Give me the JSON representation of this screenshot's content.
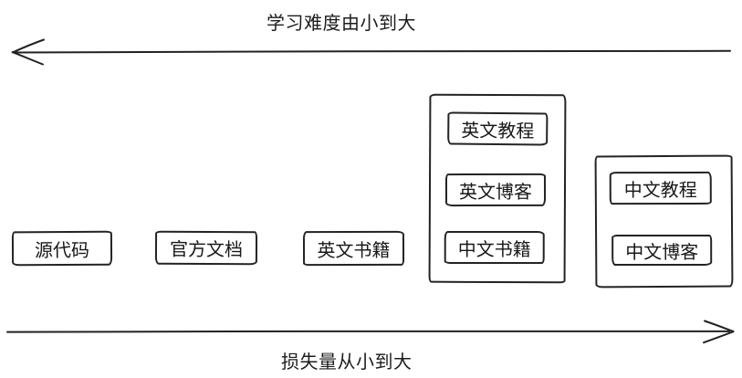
{
  "diagram": {
    "top_axis": {
      "label": "学习难度由小到大",
      "direction": "left"
    },
    "bottom_axis": {
      "label": "损失量从小到大",
      "direction": "right"
    },
    "nodes": {
      "source_code": "源代码",
      "official_docs": "官方文档",
      "english_books": "英文书籍",
      "english_tutorial": "英文教程",
      "english_blog": "英文博客",
      "chinese_books": "中文书籍",
      "chinese_tutorial": "中文教程",
      "chinese_blog": "中文博客"
    },
    "colors": {
      "stroke": "#222222",
      "background": "#ffffff"
    }
  }
}
